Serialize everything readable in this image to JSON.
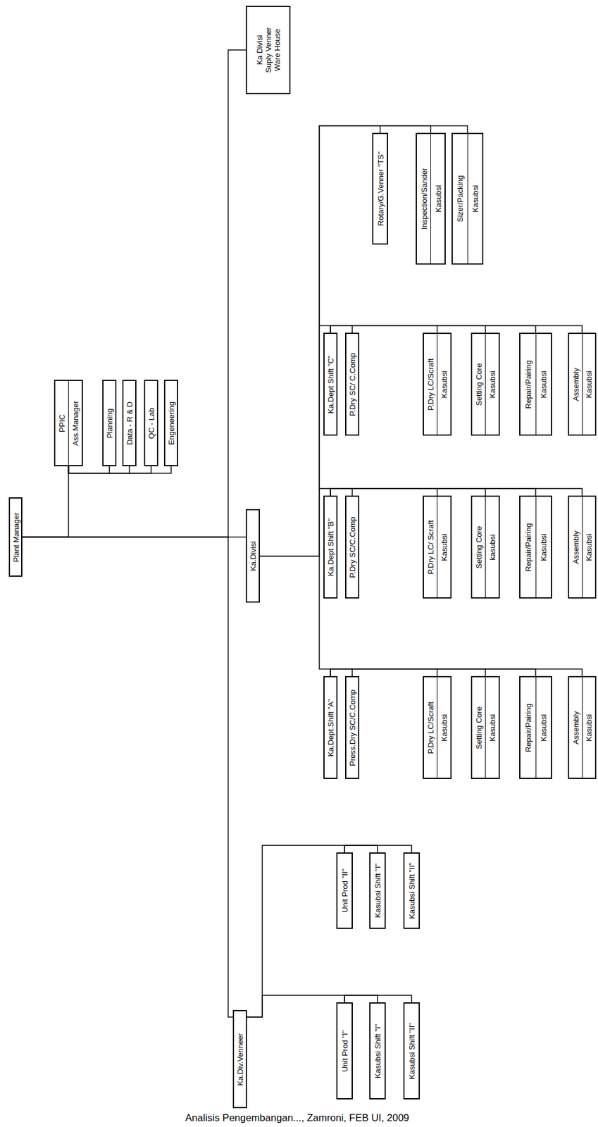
{
  "diagram": {
    "caption": "Analisis Pengembangan..., Zamroni, FEB UI, 2009",
    "nodes": [
      {
        "text": [
          "Plant Manager"
        ]
      },
      {
        "text": [
          "Ka Divisi Suply Venner Ware House"
        ]
      },
      {
        "text": [
          "PPIC",
          "Ass.Manager"
        ]
      },
      {
        "text": [
          "Planning"
        ]
      },
      {
        "text": [
          "Data - R & D"
        ]
      },
      {
        "text": [
          "QC - Lab"
        ]
      },
      {
        "text": [
          "Engeneering"
        ]
      },
      {
        "text": [
          "Ka.Divisi"
        ]
      },
      {
        "text": [
          "Rotary/G.Venner \"TS\""
        ]
      },
      {
        "text": [
          "Inspection/Sander",
          "Kasubsi"
        ]
      },
      {
        "text": [
          "Sizer/Packing",
          "Kasubsi"
        ]
      },
      {
        "text": [
          "Ka.Dept Shift \"C\""
        ]
      },
      {
        "text": [
          "P.Dry SC/ C.Comp"
        ]
      },
      {
        "text": [
          "P.Dry LC/Scraft",
          "Kasubsi"
        ]
      },
      {
        "text": [
          "Setting Core",
          "Kasubsi"
        ]
      },
      {
        "text": [
          "Repair/Pairing",
          "Kasubsi"
        ]
      },
      {
        "text": [
          "Assembly",
          "Kasubsi"
        ]
      },
      {
        "text": [
          "Ka.Dept Shift \"B\""
        ]
      },
      {
        "text": [
          "P.Dry SC/C.Comp"
        ]
      },
      {
        "text": [
          "P.Dry LC/ Scraft",
          "Kasubsi"
        ]
      },
      {
        "text": [
          "Setting Core",
          "kasubsi"
        ]
      },
      {
        "text": [
          "Repair/Pairing",
          "Kasubsi"
        ]
      },
      {
        "text": [
          "Assembly",
          "Kasubsi"
        ]
      },
      {
        "text": [
          "Ka.Dept.Shift \"A\""
        ]
      },
      {
        "text": [
          "Press.Dry SC/C.Comp"
        ]
      },
      {
        "text": [
          "P.Dry LC/Scraft",
          "Kasubsi"
        ]
      },
      {
        "text": [
          "Setting Core",
          "Kasubsi"
        ]
      },
      {
        "text": [
          "Repair/Pairing",
          "Kasubsi"
        ]
      },
      {
        "text": [
          "Assembly",
          "Kasubsi"
        ]
      },
      {
        "text": [
          "Ka.Div.Venneer"
        ]
      },
      {
        "text": [
          "Unit Prod \"II\""
        ]
      },
      {
        "text": [
          "Kasubsi Shift \"I\""
        ]
      },
      {
        "text": [
          "Kasubsi Shift \"II\""
        ]
      },
      {
        "text": [
          "Unit Prod \"I\""
        ]
      },
      {
        "text": [
          "Kasubsi Shift \"I\""
        ]
      },
      {
        "text": [
          "Kasubsi Shift \"II\""
        ]
      }
    ],
    "edges": [
      {
        "from": 0,
        "to": 1,
        "arrow": "none"
      },
      {
        "from": 0,
        "to": 2,
        "arrow": "none"
      },
      {
        "from": 2,
        "to": 3,
        "arrow": "none"
      },
      {
        "from": 2,
        "to": 4,
        "arrow": "none"
      },
      {
        "from": 2,
        "to": 5,
        "arrow": "none"
      },
      {
        "from": 2,
        "to": 6,
        "arrow": "none"
      },
      {
        "from": 0,
        "to": 7,
        "arrow": "none"
      },
      {
        "from": 7,
        "to": 8,
        "arrow": "none"
      },
      {
        "from": 7,
        "to": 9,
        "arrow": "none"
      },
      {
        "from": 7,
        "to": 10,
        "arrow": "none"
      },
      {
        "from": 7,
        "to": 11,
        "arrow": "none"
      },
      {
        "from": 11,
        "to": 12,
        "arrow": "none"
      },
      {
        "from": 11,
        "to": 13,
        "arrow": "none"
      },
      {
        "from": 11,
        "to": 14,
        "arrow": "none"
      },
      {
        "from": 11,
        "to": 15,
        "arrow": "none"
      },
      {
        "from": 11,
        "to": 16,
        "arrow": "none"
      },
      {
        "from": 7,
        "to": 17,
        "arrow": "none"
      },
      {
        "from": 17,
        "to": 18,
        "arrow": "none"
      },
      {
        "from": 17,
        "to": 19,
        "arrow": "none"
      },
      {
        "from": 17,
        "to": 20,
        "arrow": "none"
      },
      {
        "from": 17,
        "to": 21,
        "arrow": "none"
      },
      {
        "from": 17,
        "to": 22,
        "arrow": "none"
      },
      {
        "from": 7,
        "to": 23,
        "arrow": "none"
      },
      {
        "from": 23,
        "to": 24,
        "arrow": "none"
      },
      {
        "from": 23,
        "to": 25,
        "arrow": "none"
      },
      {
        "from": 23,
        "to": 26,
        "arrow": "none"
      },
      {
        "from": 23,
        "to": 27,
        "arrow": "none"
      },
      {
        "from": 23,
        "to": 28,
        "arrow": "none"
      },
      {
        "from": 0,
        "to": 29,
        "arrow": "none"
      },
      {
        "from": 29,
        "to": 30,
        "arrow": "none"
      },
      {
        "from": 30,
        "to": 31,
        "arrow": "none"
      },
      {
        "from": 30,
        "to": 32,
        "arrow": "none"
      },
      {
        "from": 29,
        "to": 33,
        "arrow": "none"
      },
      {
        "from": 33,
        "to": 34,
        "arrow": "none"
      },
      {
        "from": 33,
        "to": 35,
        "arrow": "none"
      }
    ]
  }
}
